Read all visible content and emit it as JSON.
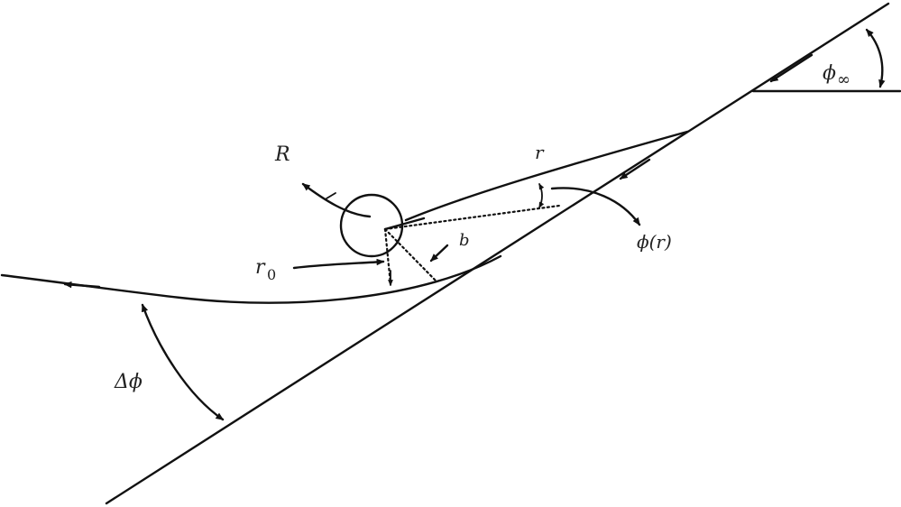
{
  "labels": {
    "R": "R",
    "r": "r",
    "phi_inf": "ϕ",
    "phi_inf_sub": "∞",
    "phi_r": "ϕ(r)",
    "b": "b",
    "r0": "r",
    "r0_sub": "0",
    "delta_phi": "Δϕ"
  }
}
